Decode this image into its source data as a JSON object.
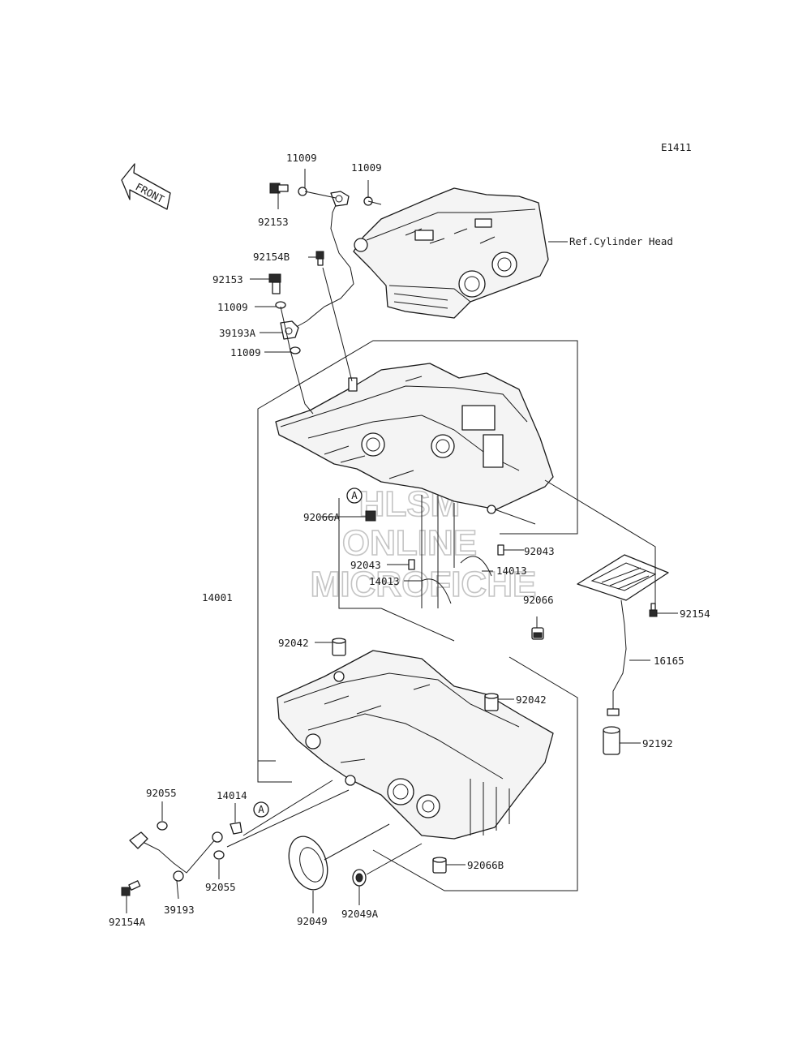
{
  "diagram_code": "E1411",
  "front_label": "FRONT",
  "ref_cylinder_head": "Ref.Cylinder Head",
  "callout_a": "A",
  "watermark": [
    "HLSM",
    "ONLINE",
    "MICROFICHE"
  ],
  "part_labels": {
    "p11009_top_left": "11009",
    "p11009_top_right": "11009",
    "p92153_top": "92153",
    "p92154B": "92154B",
    "p92153_mid": "92153",
    "p11009_mid1": "11009",
    "p39193A": "39193A",
    "p11009_mid2": "11009",
    "p92066A": "92066A",
    "p92043_right": "92043",
    "p92043_left": "92043",
    "p14013_right": "14013",
    "p14013_left": "14013",
    "p14001": "14001",
    "p92066": "92066",
    "p92154": "92154",
    "p92042_left": "92042",
    "p16165": "16165",
    "p92042_right": "92042",
    "p92192": "92192",
    "p92055_top": "92055",
    "p14014": "14014",
    "p92066B": "92066B",
    "p92154A": "92154A",
    "p39193": "39193",
    "p92055_bottom": "92055",
    "p92049": "92049",
    "p92049A": "92049A"
  }
}
